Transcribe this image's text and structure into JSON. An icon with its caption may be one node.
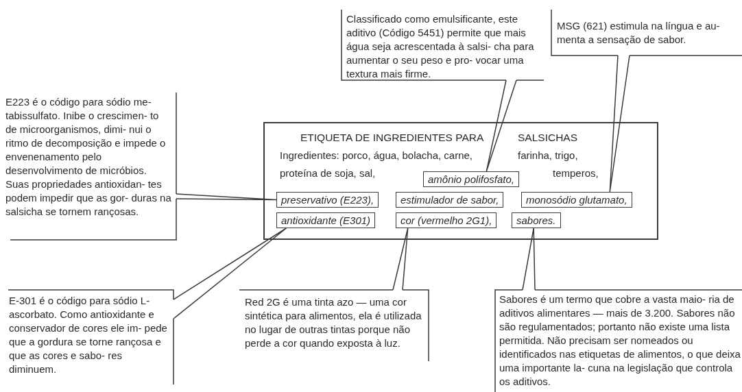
{
  "diagram": {
    "nodes": [
      {
        "text": [
          "ETIQUETA DE INGREDIENTES PARA",
          "SALSICHAS",
          "Ingredientes: porco, água, bolacha, carne,",
          "farinha, trigo,",
          "proteína de soja, sal,",
          "temperos,"
        ]
      },
      {
        "text": [
          "amônio polifosfato,"
        ],
        "in": 0
      },
      {
        "text": [
          "preservativo (E223),"
        ],
        "in": 0
      },
      {
        "text": [
          "estimulador de sabor,"
        ],
        "in": 0
      },
      {
        "text": [
          "monosódio glutamato,"
        ],
        "in": 0
      },
      {
        "text": [
          "antioxidante (E301)"
        ],
        "in": 0
      },
      {
        "text": [
          "cor (vermelho 2G1),"
        ],
        "in": 0
      },
      {
        "text": [
          "sabores."
        ],
        "in": 0
      },
      {
        "text": [
          "Classificado como emulsificante, este aditivo (Código 5451) permite que mais água seja acrescentada à salsi- cha para aumentar o seu peso e pro- vocar uma textura mais firme."
        ]
      },
      {
        "text": [
          "MSG (621) estimula na língua e au- menta a sensação de sabor."
        ]
      },
      {
        "text": [
          "E223 é o código para sódio me- tabissulfato. Inibe o crescimen- to de microorganismos, dimi- nui o ritmo de decomposição e impede o envenenamento pelo desenvolvimento de micróbios. Suas propriedades antioxidan- tes podem impedir que as gor- duras na salsicha se tornem rançosas."
        ]
      },
      {
        "text": [
          "E-301 é o código para sódio L- ascorbato. Como antioxidante e conservador de cores ele im- pede que a gordura se torne rançosa e que as cores e sabo- res diminuem."
        ]
      },
      {
        "text": [
          "Red 2G é uma tinta azo — uma cor sintética para alimentos, ela é utilizada no lugar de outras tintas porque não perde a cor quando exposta à luz."
        ]
      },
      {
        "text": [
          "Sabores é um termo que cobre a vasta maio- ria de aditivos alimentares — mais de 3.200. Sabores não são regulamentados; portanto não existe uma lista permitida. Não precisam ser nomeados ou identificados nas etiquetas de alimentos, o que deixa uma importante la- cuna na legislação que controla os aditivos."
        ]
      }
    ],
    "edges": [
      {
        "from": 8,
        "to": 1,
        "arrow": "none"
      },
      {
        "from": 9,
        "to": 4,
        "arrow": "none"
      },
      {
        "from": 10,
        "to": 2,
        "arrow": "none"
      },
      {
        "from": 11,
        "to": 5,
        "arrow": "none"
      },
      {
        "from": 12,
        "to": 6,
        "arrow": "none"
      },
      {
        "from": 13,
        "to": 7,
        "arrow": "none"
      }
    ]
  }
}
